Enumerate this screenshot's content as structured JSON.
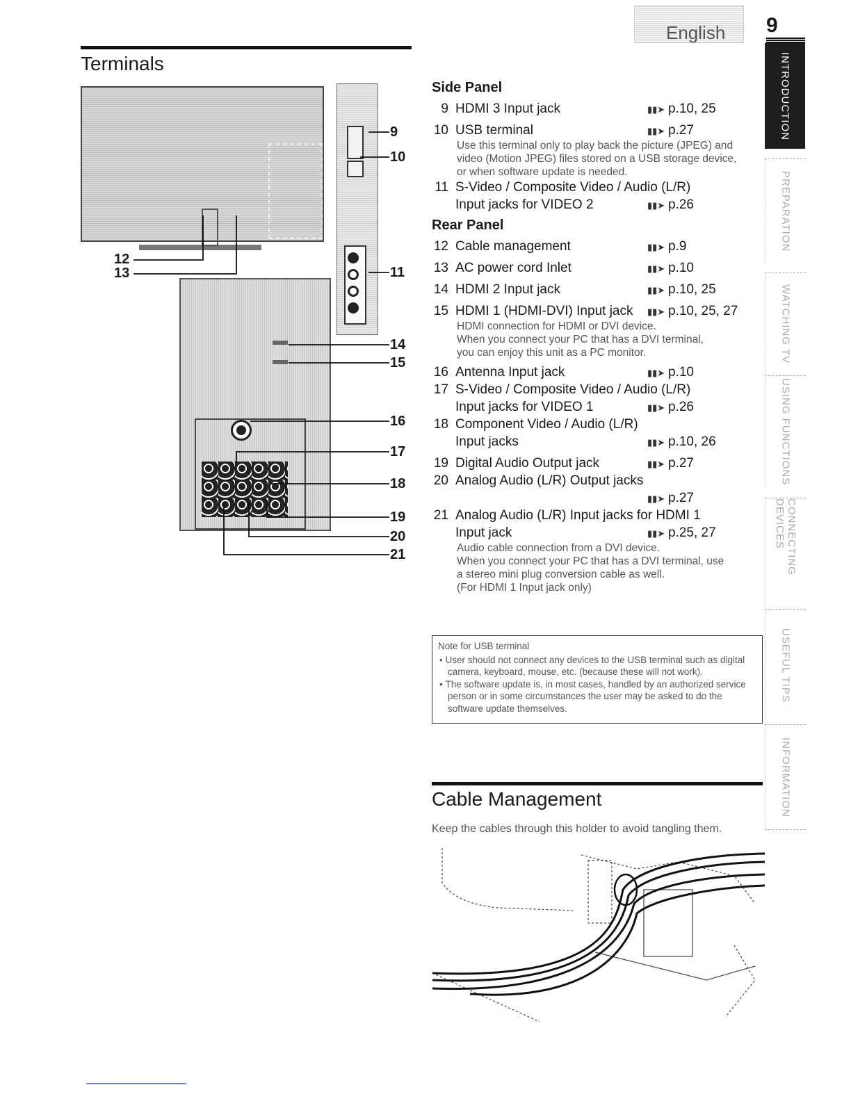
{
  "header": {
    "language": "English",
    "page_number": "9"
  },
  "side_tabs": [
    {
      "label": "INTRODUCTION",
      "active": true
    },
    {
      "label": "PREPARATION",
      "active": false
    },
    {
      "label": "WATCHING TV",
      "active": false
    },
    {
      "label": "USING FUNCTIONS",
      "active": false
    },
    {
      "label": "CONNECTING DEVICES",
      "active": false
    },
    {
      "label": "USEFUL TIPS",
      "active": false
    },
    {
      "label": "INFORMATION",
      "active": false
    }
  ],
  "terminals": {
    "title": "Terminals",
    "side_panel_heading": "Side Panel",
    "rear_panel_heading": "Rear Panel",
    "side_items": [
      {
        "num": "9",
        "label": "HDMI 3 Input jack",
        "ref": "p.10, 25"
      },
      {
        "num": "10",
        "label": "USB terminal",
        "ref": "p.27",
        "desc": [
          "Use this terminal only to play back the picture (JPEG) and",
          "video (Motion JPEG) files stored on a USB storage device,",
          "or when software update is needed."
        ]
      },
      {
        "num": "11",
        "label": "S-Video / Composite Video / Audio (L/R)",
        "label2": "Input jacks for VIDEO 2",
        "ref": "p.26"
      }
    ],
    "rear_items": [
      {
        "num": "12",
        "label": "Cable management",
        "ref": "p.9"
      },
      {
        "num": "13",
        "label": "AC power cord Inlet",
        "ref": "p.10"
      },
      {
        "num": "14",
        "label": "HDMI 2 Input jack",
        "ref": "p.10, 25"
      },
      {
        "num": "15",
        "label": "HDMI 1 (HDMI-DVI) Input jack",
        "ref": "p.10, 25, 27",
        "desc": [
          "HDMI connection for HDMI or DVI device.",
          "When you connect your PC that has a DVI terminal,",
          "you can enjoy this unit as a PC monitor."
        ]
      },
      {
        "num": "16",
        "label": "Antenna Input jack",
        "ref": "p.10"
      },
      {
        "num": "17",
        "label": "S-Video / Composite Video / Audio (L/R)",
        "label2": "Input jacks for VIDEO 1",
        "ref": "p.26"
      },
      {
        "num": "18",
        "label": "Component Video / Audio (L/R)",
        "label2": "Input jacks",
        "ref": "p.10, 26"
      },
      {
        "num": "19",
        "label": "Digital Audio Output jack",
        "ref": "p.27"
      },
      {
        "num": "20",
        "label": "Analog Audio (L/R) Output jacks",
        "ref": "p.27"
      },
      {
        "num": "21",
        "label": "Analog Audio (L/R) Input jacks for HDMI 1",
        "label2": "Input jack",
        "ref": "p.25, 27",
        "desc": [
          "Audio cable connection from a DVI device.",
          "When you connect your PC that has a DVI terminal, use",
          "a stereo mini plug conversion cable as well.",
          "(For HDMI 1 Input jack only)"
        ]
      }
    ],
    "note": {
      "title": "Note for USB terminal",
      "bullets": [
        "User should not connect any devices to the USB terminal such as digital camera, keyboard, mouse, etc. (because these will not work).",
        "The software update is, in most cases, handled by an authorized service person or in some circumstances the user may be asked to do the software update themselves."
      ]
    },
    "callouts": [
      "9",
      "10",
      "11",
      "12",
      "13",
      "14",
      "15",
      "16",
      "17",
      "18",
      "19",
      "20",
      "21"
    ]
  },
  "cable_management": {
    "title": "Cable Management",
    "text": "Keep the cables through this holder to avoid tangling them."
  }
}
